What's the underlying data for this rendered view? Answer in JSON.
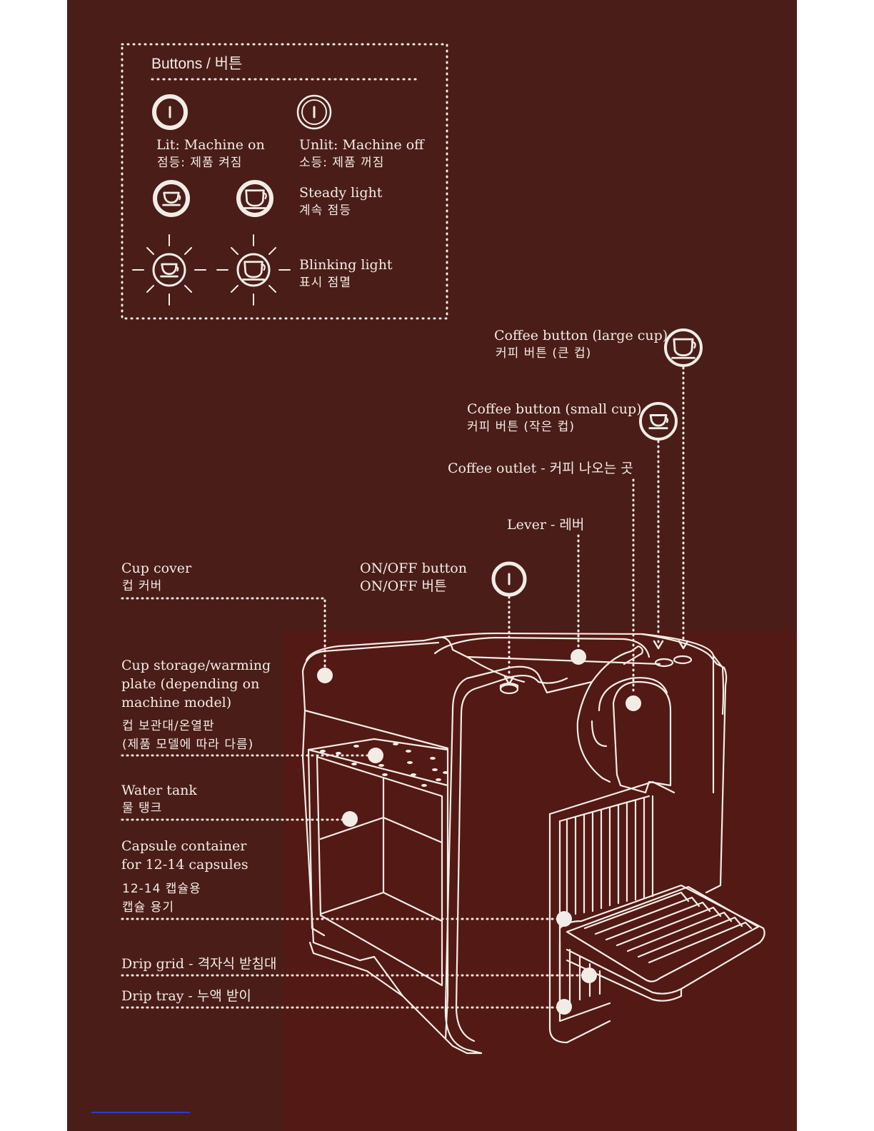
{
  "legend": {
    "title": "Buttons / 버튼",
    "lit_en": "Lit: Machine on",
    "lit_kr": "점등: 제품 켜짐",
    "unlit_en": "Unlit: Machine off",
    "unlit_kr": "소등: 제품 꺼짐",
    "steady_en": "Steady light",
    "steady_kr": "계속 점등",
    "blink_en": "Blinking light",
    "blink_kr": "표시 점멸"
  },
  "callouts": {
    "large_cup_en": "Coffee button (large cup)",
    "large_cup_kr": "커피 버튼 (큰 컵)",
    "small_cup_en": "Coffee button (small cup)",
    "small_cup_kr": "커피 버튼 (작은 컵)",
    "outlet": "Coffee outlet - 커피 나오는 곳",
    "lever": "Lever - 레버",
    "onoff_en": "ON/OFF button",
    "onoff_kr": "ON/OFF 버튼",
    "cup_cover_en": "Cup cover",
    "cup_cover_kr": "컵 커버",
    "storage_en_1": "Cup storage/warming",
    "storage_en_2": "plate (depending on",
    "storage_en_3": "machine model)",
    "storage_kr_1": "컵 보관대/온열판",
    "storage_kr_2": "(제품 모델에 따라 다름)",
    "water_en": "Water tank",
    "water_kr": "물 탱크",
    "capsule_en_1": "Capsule container",
    "capsule_en_2": "for 12-14 capsules",
    "capsule_kr_1": "12-14 캡슐용",
    "capsule_kr_2": "캡슐 용기",
    "drip_grid": "Drip grid - 격자식 받침대",
    "drip_tray": "Drip tray - 누액 받이"
  },
  "colors": {
    "background": "#4a1d18",
    "panel": "#531914",
    "ink": "#f3ece6"
  }
}
